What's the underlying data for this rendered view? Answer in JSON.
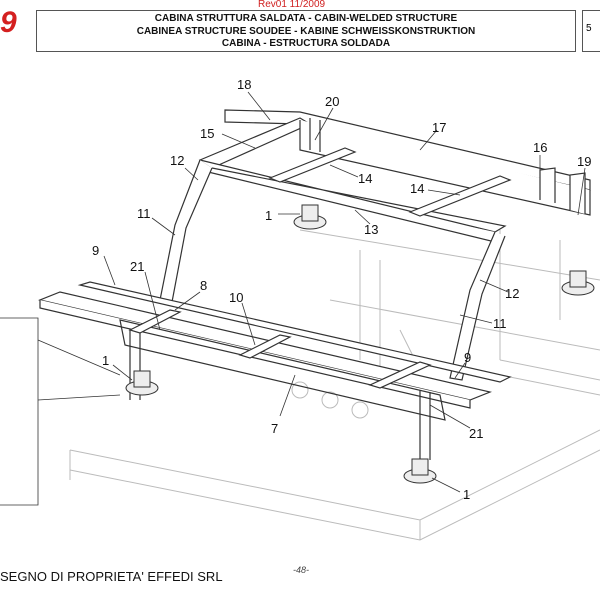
{
  "header": {
    "revision": "Rev01 11/2009",
    "logo_text": "9",
    "title_lines": [
      "CABINA STRUTTURA SALDATA - CABIN-WELDED STRUCTURE",
      "CABINEA STRUCTURE SOUDEE - KABINE SCHWEISSKONSTRUKTION",
      "CABINA - ESTRUCTURA SOLDADA"
    ],
    "page_box_text": "5"
  },
  "diagram": {
    "callouts": [
      "18",
      "20",
      "15",
      "17",
      "16",
      "19",
      "12",
      "14",
      "14",
      "1",
      "13",
      "11",
      "9",
      "21",
      "8",
      "10",
      "12",
      "11",
      "9",
      "1",
      "7",
      "21",
      "1"
    ]
  },
  "footer": {
    "ownership": "SEGNO DI PROPRIETA' EFFEDI SRL",
    "page_number": "-48-"
  },
  "colors": {
    "logo": "#d42020",
    "revision": "#d02020",
    "lines": "#333333"
  }
}
